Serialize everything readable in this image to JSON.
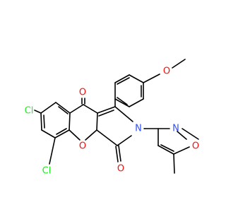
{
  "colors": {
    "O": "#ff0d0d",
    "N": "#3050f8",
    "Cl": "#1ff01f",
    "bond": "#000000"
  },
  "labels": {
    "carbonyl_o_top": "O",
    "carbonyl_o_bottom": "O",
    "ring_o_chromene": "O",
    "ring_n_pyrrolidine": "N",
    "cl_upper": "Cl",
    "cl_lower": "Cl",
    "methoxy_o": "O",
    "isoxazole_n": "N",
    "isoxazole_o": "O"
  }
}
